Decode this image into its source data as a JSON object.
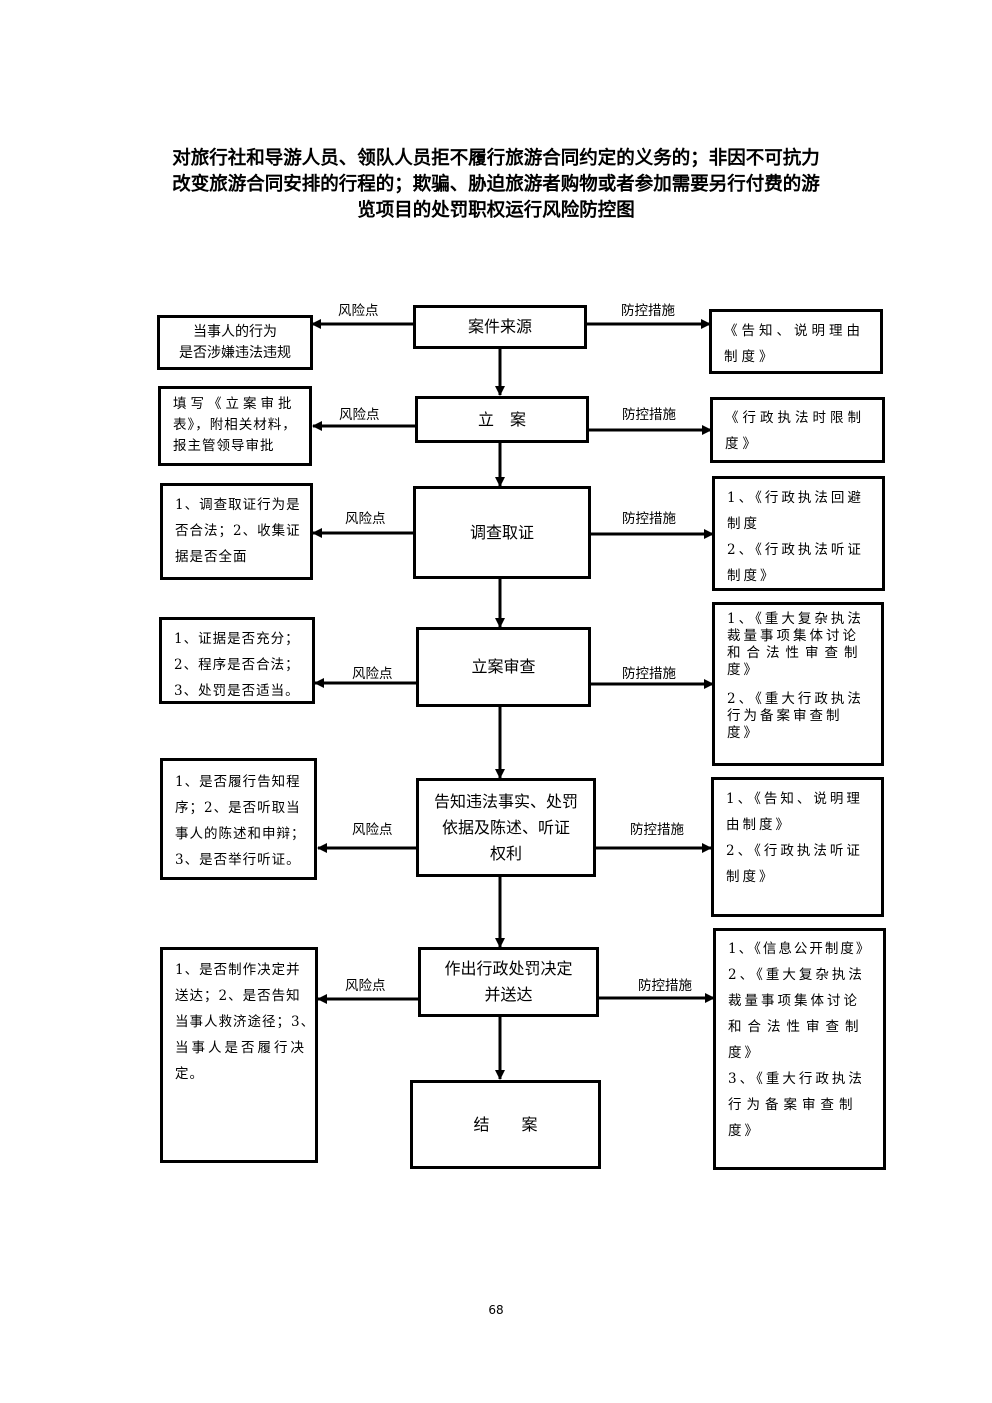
{
  "title": {
    "lines": [
      "对旅行社和导游人员、领队人员拒不履行旅游合同约定的义务的；非因不可抗力",
      "改变旅游合同安排的行程的；欺骗、胁迫旅游者购物或者参加需要另行付费的游",
      "览项目的处罚职权运行风险防控图"
    ]
  },
  "labels": {
    "risk": "风险点",
    "control": "防控措施"
  },
  "steps": [
    {
      "name": "案件来源",
      "lines": [
        "案件来源"
      ],
      "risk": [
        "当事人的行为",
        "是否涉嫌违法违规"
      ],
      "control": [
        "《告知、说明理由",
        "制度》"
      ]
    },
    {
      "name": "立案",
      "lines": [
        "立　案"
      ],
      "risk": [
        "填写《立案审批",
        "表》，附相关材料，",
        "报主管领导审批"
      ],
      "control": [
        "《行政执法时限制",
        "度》"
      ]
    },
    {
      "name": "调查取证",
      "lines": [
        "调查取证"
      ],
      "risk": [
        "1、调查取证行为是",
        "否合法；2、收集证",
        "据是否全面"
      ],
      "control": [
        "1、《行政执法回避",
        "制度",
        "2、《行政执法听证",
        "制度》"
      ]
    },
    {
      "name": "立案审查",
      "lines": [
        "立案审查"
      ],
      "risk": [
        "1、证据是否充分；",
        "2、程序是否合法；",
        "3、处罚是否适当。"
      ],
      "control": [
        "1、《重大复杂执法",
        "裁量事项集体讨论",
        "和合法性审查制",
        "度》",
        "",
        "2、《重大行政执法",
        "行为备案审查制",
        "度》"
      ]
    },
    {
      "name": "告知违法事实",
      "lines": [
        "告知违法事实、处罚",
        "依据及陈述、听证",
        "权利"
      ],
      "risk": [
        "1、是否履行告知程",
        "序；2、是否听取当",
        "事人的陈述和申辩；",
        "3、是否举行听证。"
      ],
      "control": [
        "1、《告知、说明理",
        "由制度》",
        "2、《行政执法听证",
        "制度》"
      ]
    },
    {
      "name": "作出行政处罚决定",
      "lines": [
        "作出行政处罚决定",
        "并送达"
      ],
      "risk": [
        "1、是否制作决定并",
        "送达；2、是否告知",
        "当事人救济途径；3、",
        "当事人是否履行决",
        "定。"
      ],
      "control": [
        "1、《信息公开制度》",
        "2、《重大复杂执法",
        "裁量事项集体讨论",
        "和合法性审查制",
        "度》",
        "3、《重大行政执法",
        "行为备案审查制",
        "度》"
      ]
    }
  ],
  "final_step": {
    "name": "结案",
    "lines": [
      "结　　案"
    ]
  },
  "page_number": "68"
}
